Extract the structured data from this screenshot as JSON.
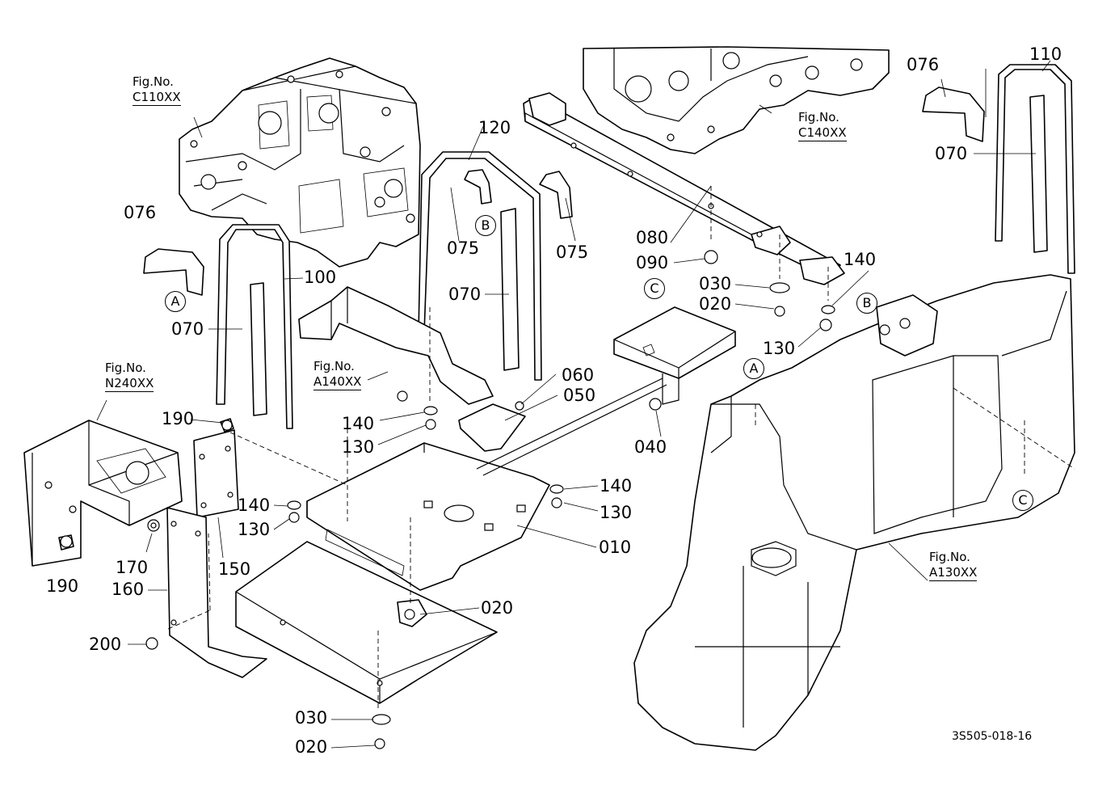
{
  "drawing_number": "3S505-018-16",
  "figure_references": [
    {
      "id": "c110",
      "title": "Fig.No.",
      "code": "C110XX"
    },
    {
      "id": "c140",
      "title": "Fig.No.",
      "code": "C140XX"
    },
    {
      "id": "n240",
      "title": "Fig.No.",
      "code": "N240XX"
    },
    {
      "id": "a140",
      "title": "Fig.No.",
      "code": "A140XX"
    },
    {
      "id": "a130",
      "title": "Fig.No.",
      "code": "A130XX"
    }
  ],
  "callouts": [
    "A",
    "A",
    "B",
    "B",
    "C",
    "C"
  ],
  "part_labels": [
    "076",
    "100",
    "070",
    "190",
    "170",
    "190",
    "160",
    "150",
    "200",
    "140",
    "130",
    "140",
    "130",
    "120",
    "075",
    "075",
    "070",
    "060",
    "050",
    "010",
    "020",
    "030",
    "020",
    "140",
    "130",
    "080",
    "090",
    "030",
    "020",
    "140",
    "130",
    "040",
    "076",
    "110",
    "070"
  ]
}
